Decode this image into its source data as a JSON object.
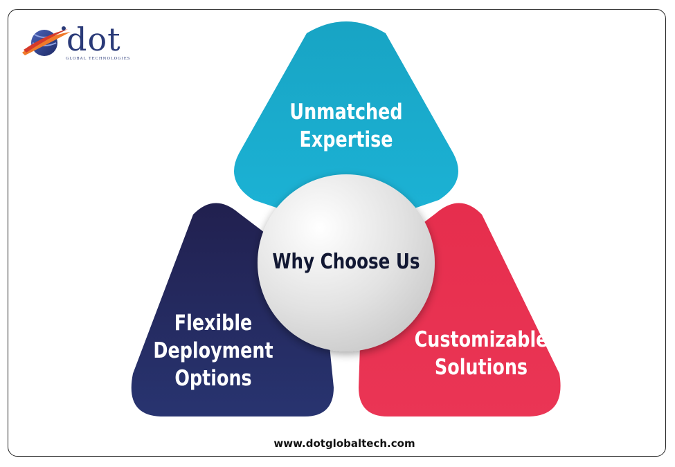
{
  "logo": {
    "wordmark": "dot",
    "tagline": "GLOBAL TECHNOLOGIES"
  },
  "diagram": {
    "center": "Why Choose Us",
    "petals": [
      {
        "label": "Unmatched\nExpertise",
        "color": "#1aa6c6"
      },
      {
        "label": "Flexible\nDeployment\nOptions",
        "color": "#22265e"
      },
      {
        "label": "Customizable\nSolutions",
        "color": "#e8304f"
      }
    ]
  },
  "footer": {
    "url": "www.dotglobaltech.com"
  },
  "colors": {
    "teal": "#1aa6c6",
    "navy": "#22265e",
    "red": "#e8304f",
    "brand": "#2a3a78",
    "text_dark": "#121833"
  }
}
